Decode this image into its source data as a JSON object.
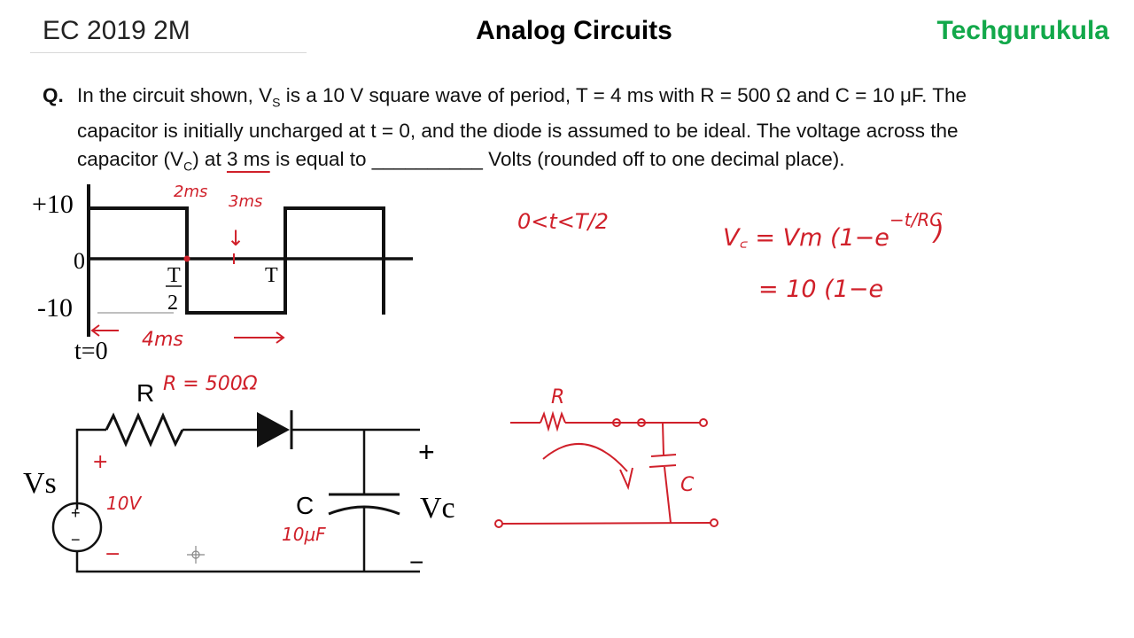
{
  "header": {
    "exam": "EC 2019 2M",
    "subject": "Analog Circuits",
    "brand": "Techgurukula"
  },
  "question": {
    "label": "Q.",
    "line1": "In the circuit shown, V",
    "line1_sub": "S",
    "line1_rest": " is a 10 V square wave of period, T = 4 ms with R = 500 Ω and C = 10 μF. The",
    "line2": "capacitor is initially uncharged at t = 0, and the diode is assumed to be ideal. The voltage across the",
    "line3_a": "capacitor (V",
    "line3_sub": "C",
    "line3_b": ") at ",
    "line3_hl": "3 ms",
    "line3_c": " is equal to __________ Volts (rounded off to one decimal place)."
  },
  "waveform": {
    "y_plus": "+10",
    "y_zero": "0",
    "y_minus": "-10",
    "half_period_num": "T",
    "half_period_den": "2",
    "period": "T",
    "t_zero": "t=0",
    "level_high": 10,
    "level_low": -10
  },
  "annotations": {
    "mark_2ms": "2ms",
    "mark_3ms": "3ms",
    "arrow_down": "↓",
    "period_4ms": "4ms",
    "interval": "0<t<T/2",
    "eq1": "V꜀ = Vm (1−e",
    "eq1_exp": "−t/RC",
    "eq1_close": ")",
    "eq2": "= 10 (1−e",
    "r_value": "R = 500Ω",
    "plus_mark": "+",
    "minus_mark": "−",
    "vs_value": "10V",
    "c_value": "10μF",
    "sketch_r": "R",
    "sketch_c": "C"
  },
  "circuit": {
    "resistor": "R",
    "capacitor": "C",
    "source": "Vs",
    "source_plus": "+",
    "source_minus": "−",
    "output": "Vc",
    "out_plus": "+",
    "out_minus": "−"
  },
  "colors": {
    "brand": "#12a84a",
    "ink": "#d0202a"
  }
}
